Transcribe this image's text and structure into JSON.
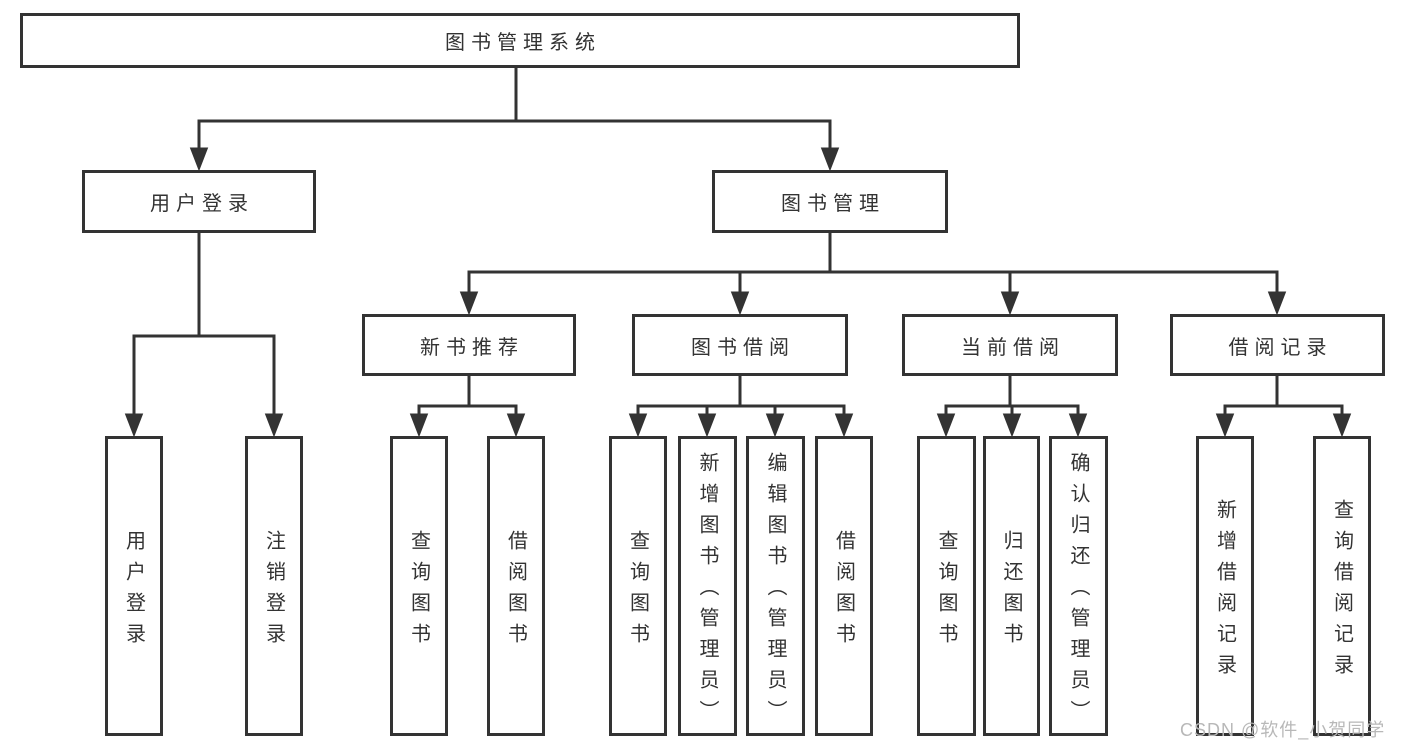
{
  "colors": {
    "line": "#333333",
    "text": "#333333",
    "watermark": "#b8b8b8",
    "background": "#ffffff"
  },
  "tree": {
    "root": {
      "label": "图书管理系统"
    },
    "branches": [
      {
        "label": "用户登录",
        "children": [
          {
            "label": "用户登录"
          },
          {
            "label": "注销登录"
          }
        ]
      },
      {
        "label": "图书管理",
        "children": [
          {
            "label": "新书推荐",
            "children": [
              {
                "label": "查询图书"
              },
              {
                "label": "借阅图书"
              }
            ]
          },
          {
            "label": "图书借阅",
            "children": [
              {
                "label": "查询图书"
              },
              {
                "label": "新增图书（管理员）"
              },
              {
                "label": "编辑图书（管理员）"
              },
              {
                "label": "借阅图书"
              }
            ]
          },
          {
            "label": "当前借阅",
            "children": [
              {
                "label": "查询图书"
              },
              {
                "label": "归还图书"
              },
              {
                "label": "确认归还（管理员）"
              }
            ]
          },
          {
            "label": "借阅记录",
            "children": [
              {
                "label": "新增借阅记录"
              },
              {
                "label": "查询借阅记录"
              }
            ]
          }
        ]
      }
    ]
  },
  "watermark": {
    "text": "CSDN @软件_小贺同学"
  }
}
